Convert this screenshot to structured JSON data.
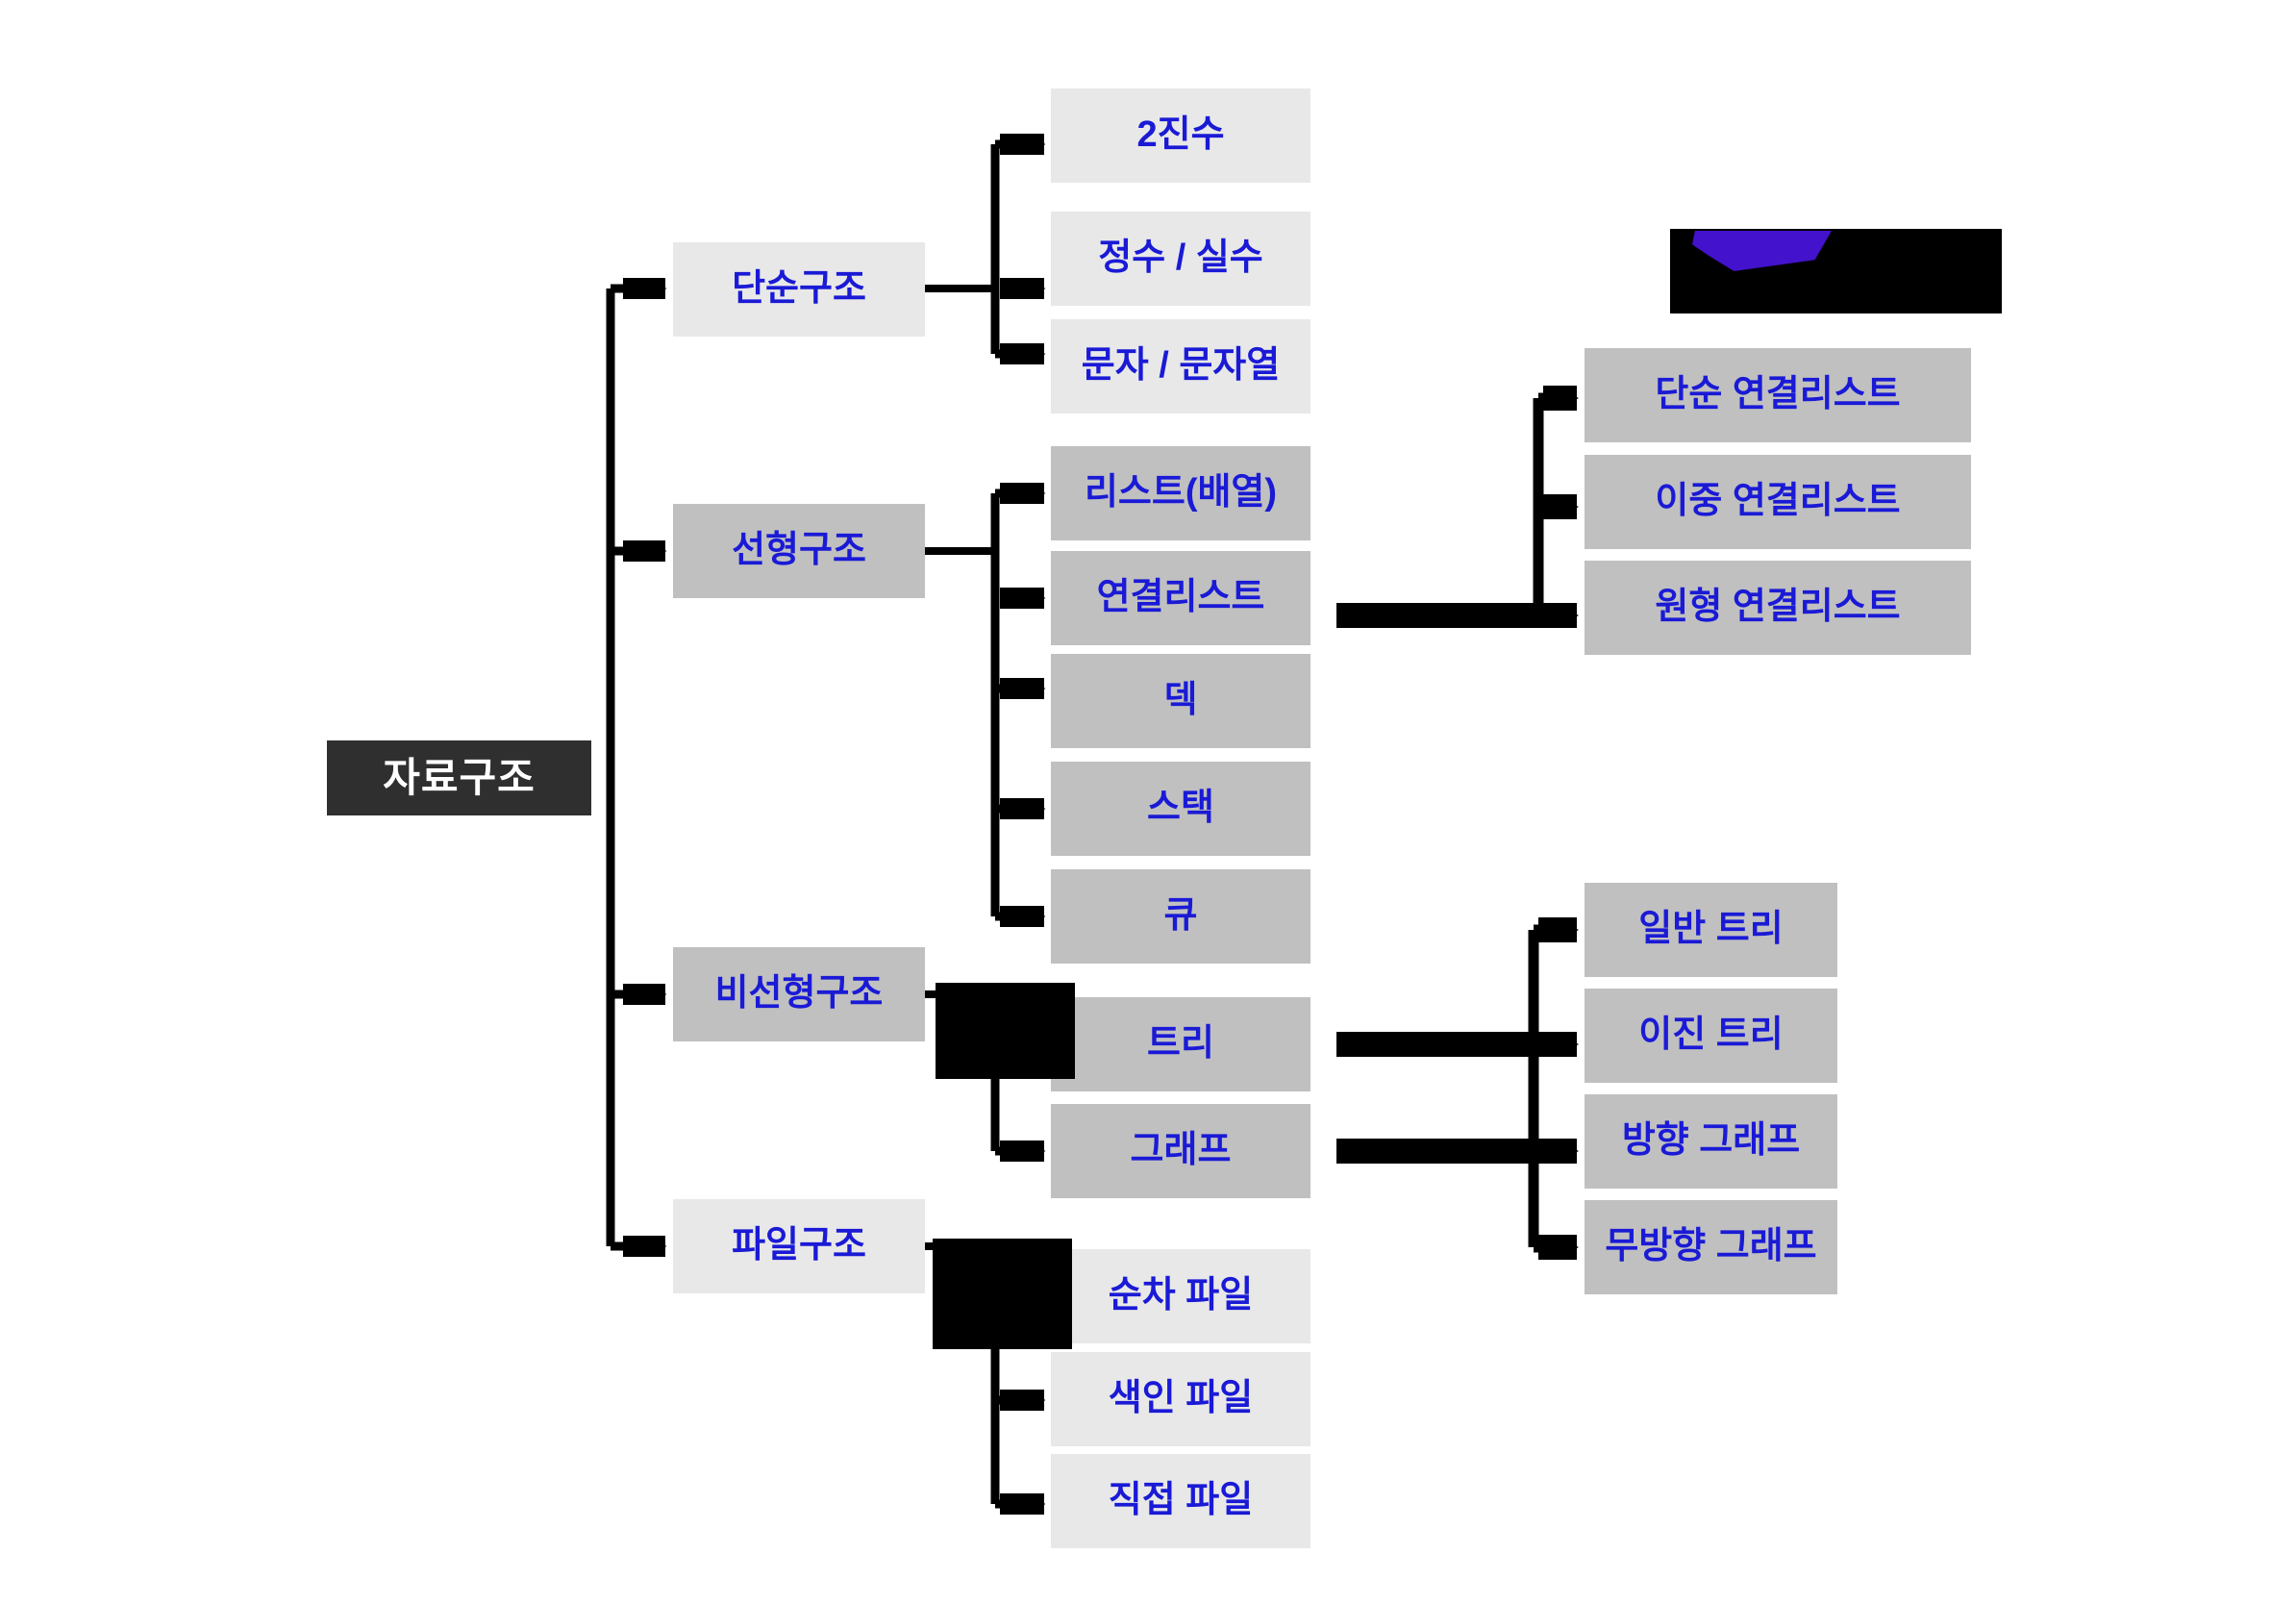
{
  "diagram": {
    "title": "자료구조",
    "root": {
      "label": "자료구조"
    },
    "branches": [
      {
        "label": "단순구조",
        "children": [
          {
            "label": "2진수"
          },
          {
            "label": "정수 / 실수"
          },
          {
            "label": "문자 / 문자열"
          }
        ]
      },
      {
        "label": "선형구조",
        "children": [
          {
            "label": "리스트(배열)"
          },
          {
            "label": "연결리스트",
            "children": [
              {
                "label": "단순 연결리스트"
              },
              {
                "label": "이중 연결리스트"
              },
              {
                "label": "원형 연결리스트"
              }
            ]
          },
          {
            "label": "덱"
          },
          {
            "label": "스택"
          },
          {
            "label": "큐"
          }
        ]
      },
      {
        "label": "비선형구조",
        "children": [
          {
            "label": "트리",
            "children": [
              {
                "label": "일반 트리"
              },
              {
                "label": "이진 트리"
              }
            ]
          },
          {
            "label": "그래프",
            "children": [
              {
                "label": "방향 그래프"
              },
              {
                "label": "무방향 그래프"
              }
            ]
          }
        ]
      },
      {
        "label": "파일구조",
        "children": [
          {
            "label": "순차 파일"
          },
          {
            "label": "색인 파일"
          },
          {
            "label": "직접 파일"
          }
        ]
      }
    ],
    "colors": {
      "root_bg": "#2f2f2f",
      "root_text": "#ffffff",
      "level1_light_bg": "#e8e8e8",
      "level1_mid_bg": "#c0c0c0",
      "node_text": "#1a1ad6",
      "connector": "#000000",
      "redaction": "#000000",
      "redaction_accent": "#4312cc",
      "background": "#ffffff"
    }
  }
}
